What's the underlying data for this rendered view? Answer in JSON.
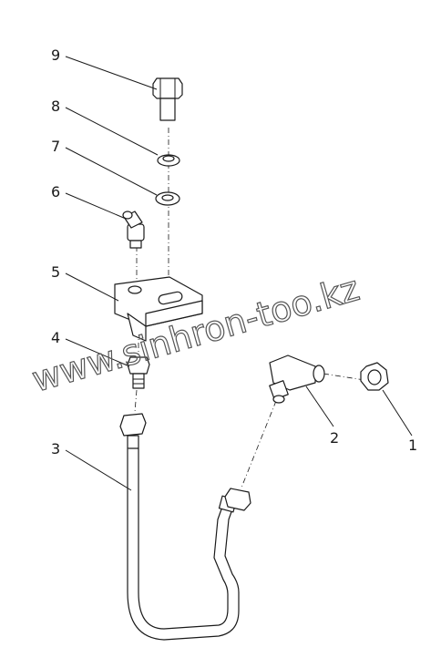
{
  "diagram": {
    "callouts": [
      {
        "id": "1",
        "label": "1"
      },
      {
        "id": "2",
        "label": "2"
      },
      {
        "id": "3",
        "label": "3"
      },
      {
        "id": "4",
        "label": "4"
      },
      {
        "id": "5",
        "label": "5"
      },
      {
        "id": "6",
        "label": "6"
      },
      {
        "id": "7",
        "label": "7"
      },
      {
        "id": "8",
        "label": "8"
      },
      {
        "id": "9",
        "label": "9"
      }
    ],
    "watermark": "www.sinhron-too.kz"
  }
}
